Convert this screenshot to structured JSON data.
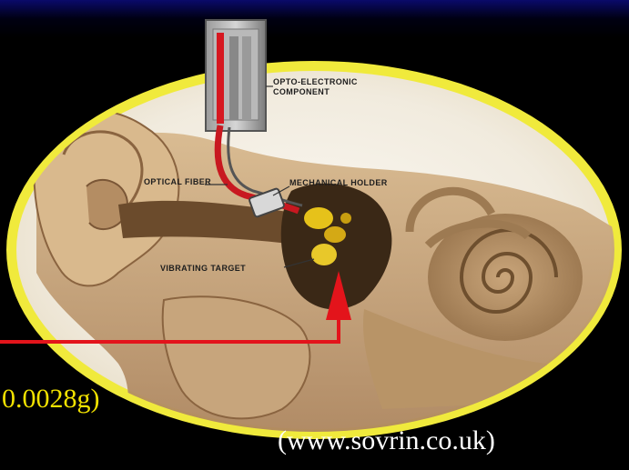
{
  "figure": {
    "callouts": {
      "opto_electronic_line1": "OPTO-ELECTRONIC",
      "opto_electronic_line2": "COMPONENT",
      "optical_fiber": "OPTICAL FIBER",
      "mechanical_holder": "MECHANICAL HOLDER",
      "vibrating_target": "VIBRATING TARGET"
    },
    "mass_caption": "0.0028g)",
    "source_caption": "(www.sovrin.co.uk)"
  },
  "colors": {
    "background": "#000000",
    "frame_ring": "#f0ea3c",
    "pointer_arrow": "#e3141b",
    "mass_caption": "#f2e200",
    "source_caption": "#ffffff"
  }
}
